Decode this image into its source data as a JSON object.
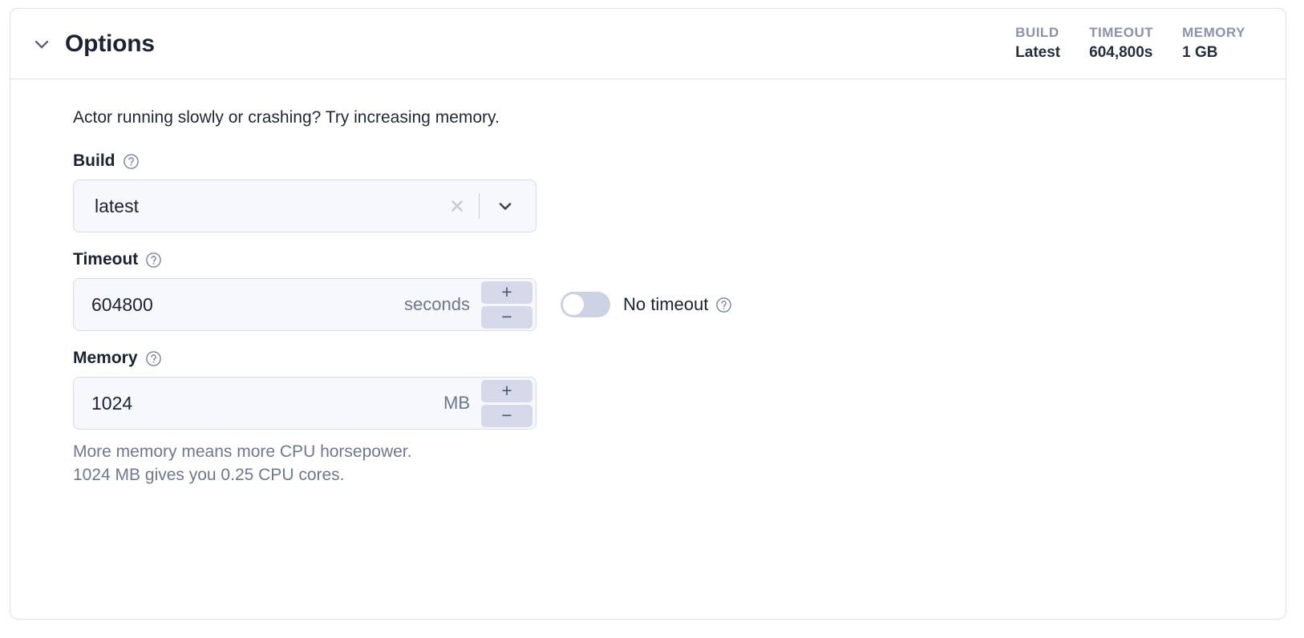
{
  "panel": {
    "title": "Options",
    "collapse_icon": "chevron-down-icon",
    "stats": [
      {
        "label": "BUILD",
        "value": "Latest"
      },
      {
        "label": "TIMEOUT",
        "value": "604,800s"
      },
      {
        "label": "MEMORY",
        "value": "1 GB"
      }
    ],
    "intro": "Actor running slowly or crashing? Try increasing memory."
  },
  "build": {
    "label": "Build",
    "help_icon": "help-circle-icon",
    "value": "latest",
    "clear_icon": "close-icon",
    "chevron_icon": "chevron-down-icon"
  },
  "timeout": {
    "label": "Timeout",
    "help_icon": "help-circle-icon",
    "value": "604800",
    "unit": "seconds",
    "increment_label": "+",
    "decrement_label": "−",
    "no_timeout_label": "No timeout",
    "no_timeout_help_icon": "help-circle-icon",
    "no_timeout_enabled": false
  },
  "memory": {
    "label": "Memory",
    "help_icon": "help-circle-icon",
    "value": "1024",
    "unit": "MB",
    "increment_label": "+",
    "decrement_label": "−",
    "hint_line_1": "More memory means more CPU horsepower.",
    "hint_line_2": "1024 MB gives you 0.25 CPU cores."
  },
  "colors": {
    "panel_border": "#dcdfee",
    "field_bg": "#f7f8fc",
    "field_border": "#d7dbeb",
    "stepper_bg": "#d5d9ea",
    "muted_text": "#6e7793",
    "stat_label": "#8a93ac",
    "toggle_track_off": "#ccd2e4"
  }
}
